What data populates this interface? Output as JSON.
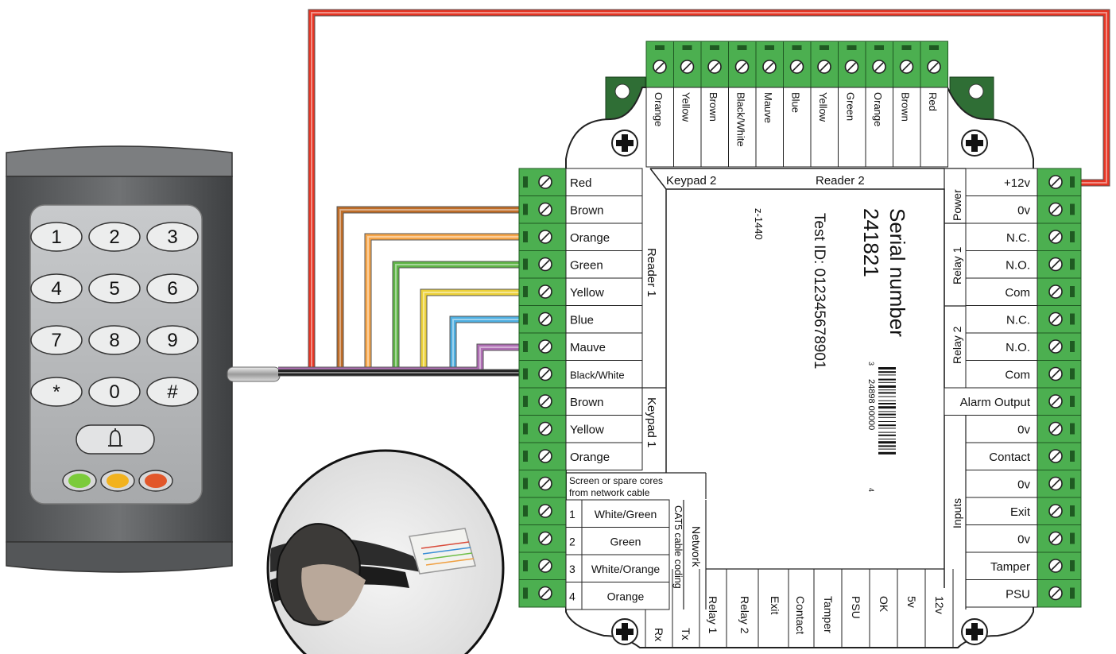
{
  "keypad": {
    "keys": [
      "1",
      "2",
      "3",
      "4",
      "5",
      "6",
      "7",
      "8",
      "9",
      "*",
      "0",
      "#"
    ],
    "bell_icon": "bell-icon",
    "led_colors": [
      "#7ccb3a",
      "#f2b21e",
      "#e2572a"
    ],
    "body_color": "#5f6163",
    "face_color": "#b4b6b8"
  },
  "wires": [
    {
      "name": "Red",
      "color": "#e63524"
    },
    {
      "name": "Brown",
      "color": "#bf6d28"
    },
    {
      "name": "Orange",
      "color": "#f7a64a"
    },
    {
      "name": "Green",
      "color": "#5fb547"
    },
    {
      "name": "Yellow",
      "color": "#ecd13a"
    },
    {
      "name": "Blue",
      "color": "#4eaee0"
    },
    {
      "name": "Mauve",
      "color": "#b06fb5"
    },
    {
      "name": "Black/White",
      "color": "#222222"
    }
  ],
  "board": {
    "top_terminals": [
      "Orange",
      "Yellow",
      "Brown",
      "Black/White",
      "Mauve",
      "Blue",
      "Yellow",
      "Green",
      "Orange",
      "Brown",
      "Red"
    ],
    "top_group_labels": [
      "Keypad 2",
      "Reader 2"
    ],
    "left_terminals": [
      "Red",
      "Brown",
      "Orange",
      "Green",
      "Yellow",
      "Blue",
      "Mauve",
      "Black/White",
      "Brown",
      "Yellow",
      "Orange"
    ],
    "left_group_labels": [
      "Reader 1",
      "Keypad 1"
    ],
    "screen_label_1": "Screen or spare cores",
    "screen_label_2": "from network cable",
    "network_rows": [
      {
        "num": "1",
        "label": "White/Green"
      },
      {
        "num": "2",
        "label": "Green"
      },
      {
        "num": "3",
        "label": "White/Orange"
      },
      {
        "num": "4",
        "label": "Orange"
      }
    ],
    "network_label": "Network",
    "cat5_label": "CAT5 cable coding",
    "right_terminals": [
      "+12v",
      "0v",
      "N.C.",
      "N.O.",
      "Com",
      "N.C.",
      "N.O.",
      "Com",
      "Alarm Output",
      "0v",
      "Contact",
      "0v",
      "Exit",
      "0v",
      "Tamper",
      "PSU"
    ],
    "right_group_labels": [
      "Power",
      "Relay 1",
      "Relay 2",
      "Inputs"
    ],
    "bottom_labels": [
      "Rx",
      "Tx",
      "Relay 1",
      "Relay 2",
      "Exit",
      "Contact",
      "Tamper",
      "PSU",
      "OK",
      "5v",
      "12v"
    ],
    "serial_title": "Serial number",
    "serial_number": "241821",
    "test_id": "Test ID: 01234567890​1",
    "model": "z-1440",
    "barcode_text": "24898 00000",
    "barcode_prefix": "3",
    "barcode_suffix": "4"
  }
}
